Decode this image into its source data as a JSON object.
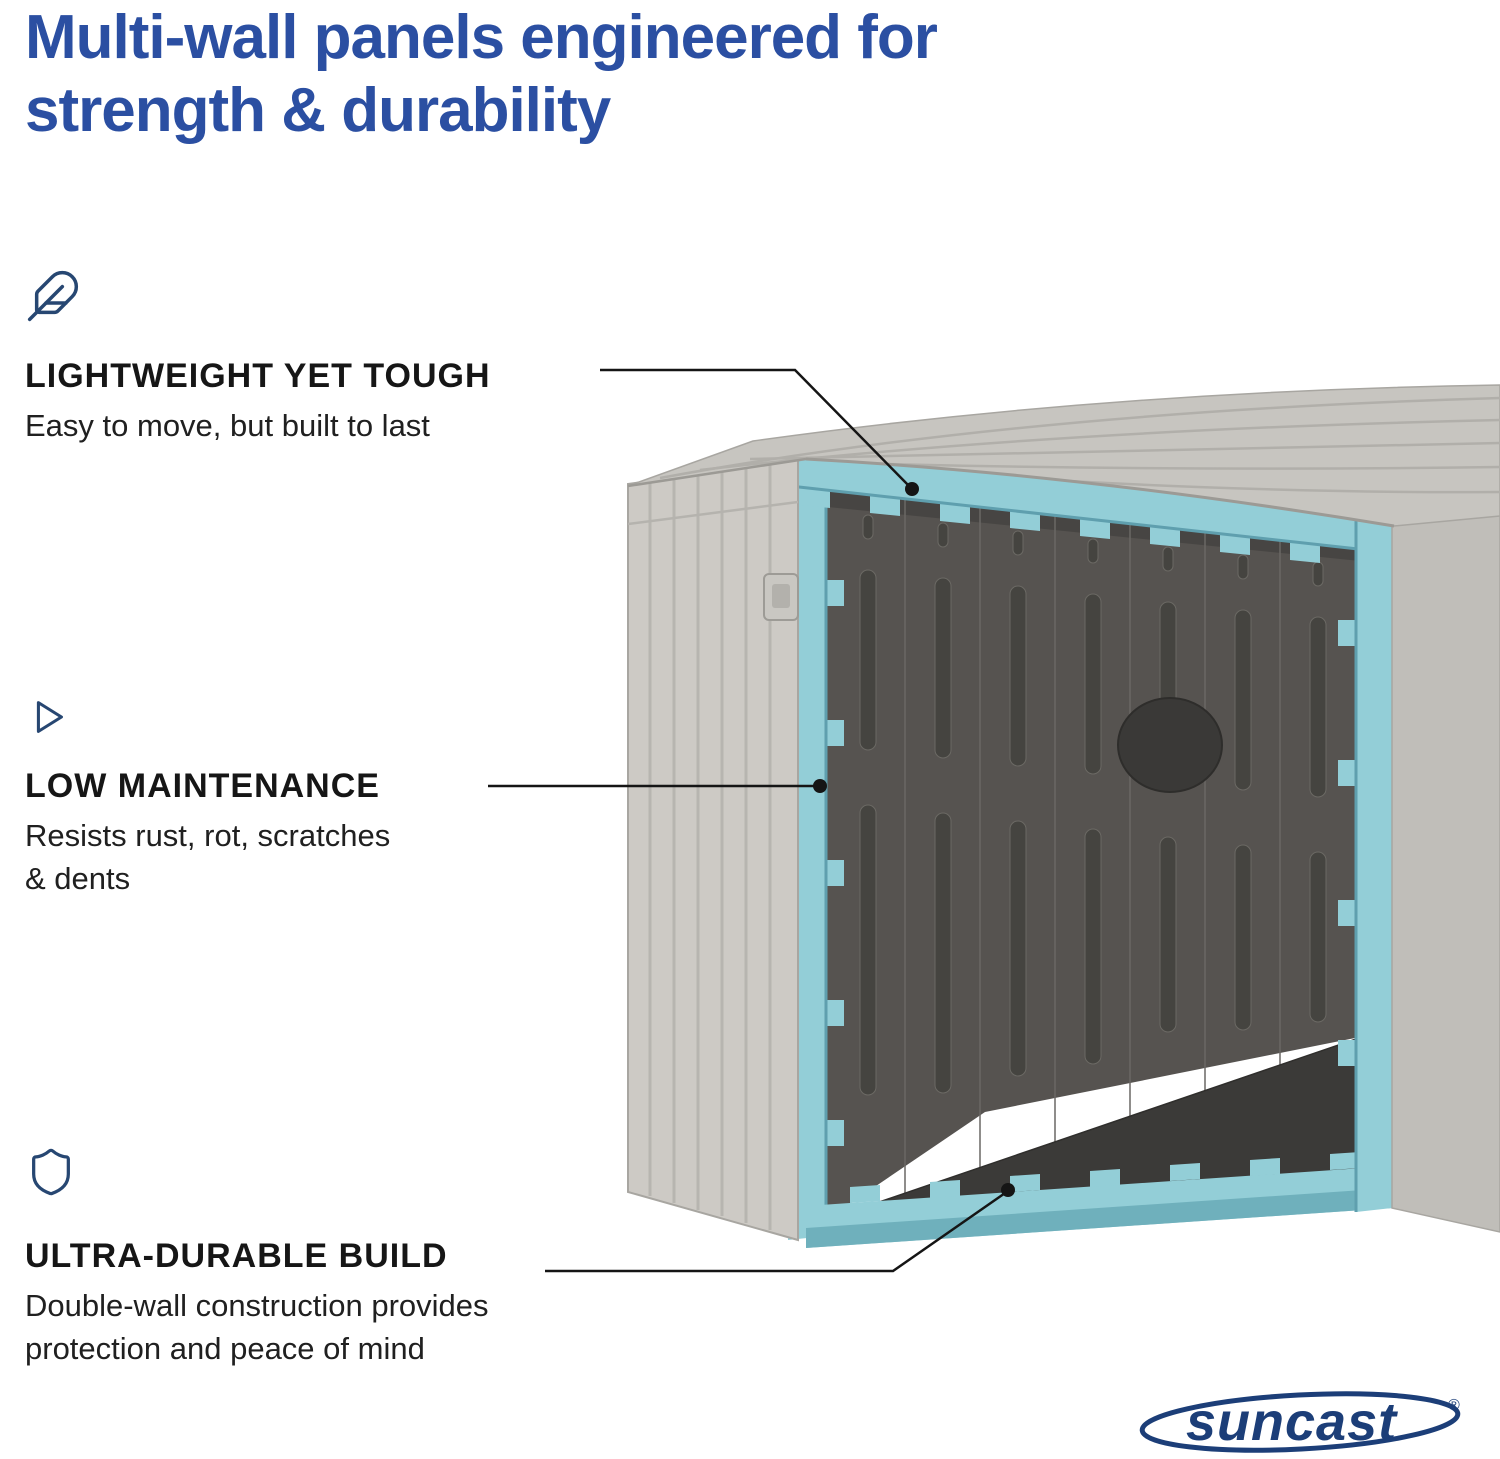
{
  "title": {
    "line1": "Multi-wall panels engineered for",
    "line2": "strength & durability"
  },
  "features": [
    {
      "icon": "feather-icon",
      "heading": "LIGHTWEIGHT YET TOUGH",
      "body_lines": [
        "Easy to move, but built to last"
      ]
    },
    {
      "icon": "play-icon",
      "heading": "LOW MAINTENANCE",
      "body_lines": [
        "Resists rust,  rot, scratches",
        "& dents"
      ]
    },
    {
      "icon": "shield-icon",
      "heading": "ULTRA-DURABLE BUILD",
      "body_lines": [
        "Double-wall construction provides",
        "protection and peace of mind"
      ]
    }
  ],
  "brand": {
    "logo_text": "suncast",
    "registered_mark": "®"
  },
  "colors": {
    "heading_blue": "#2b4fa2",
    "icon_navy": "#274772",
    "callout_black": "#151515",
    "accent_teal": "#93ced7",
    "teal_shade": "#5f9fae",
    "shed_light_gray": "#cdcac5",
    "shed_roof_gray": "#c7c5c0",
    "interior_wall_gray": "#565350",
    "interior_floor_gray": "#3b3a38",
    "logo_navy": "#1c3e78"
  }
}
